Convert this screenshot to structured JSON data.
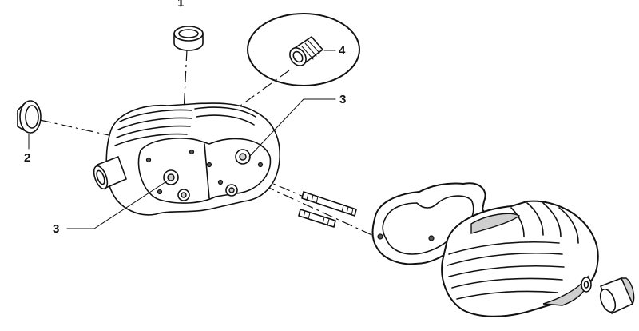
{
  "callouts": {
    "part_1": "1",
    "part_2": "2",
    "part_3_upper": "3",
    "part_3_lower": "3",
    "part_4": "4"
  },
  "colors": {
    "ink": "#111111",
    "background": "#ffffff"
  }
}
